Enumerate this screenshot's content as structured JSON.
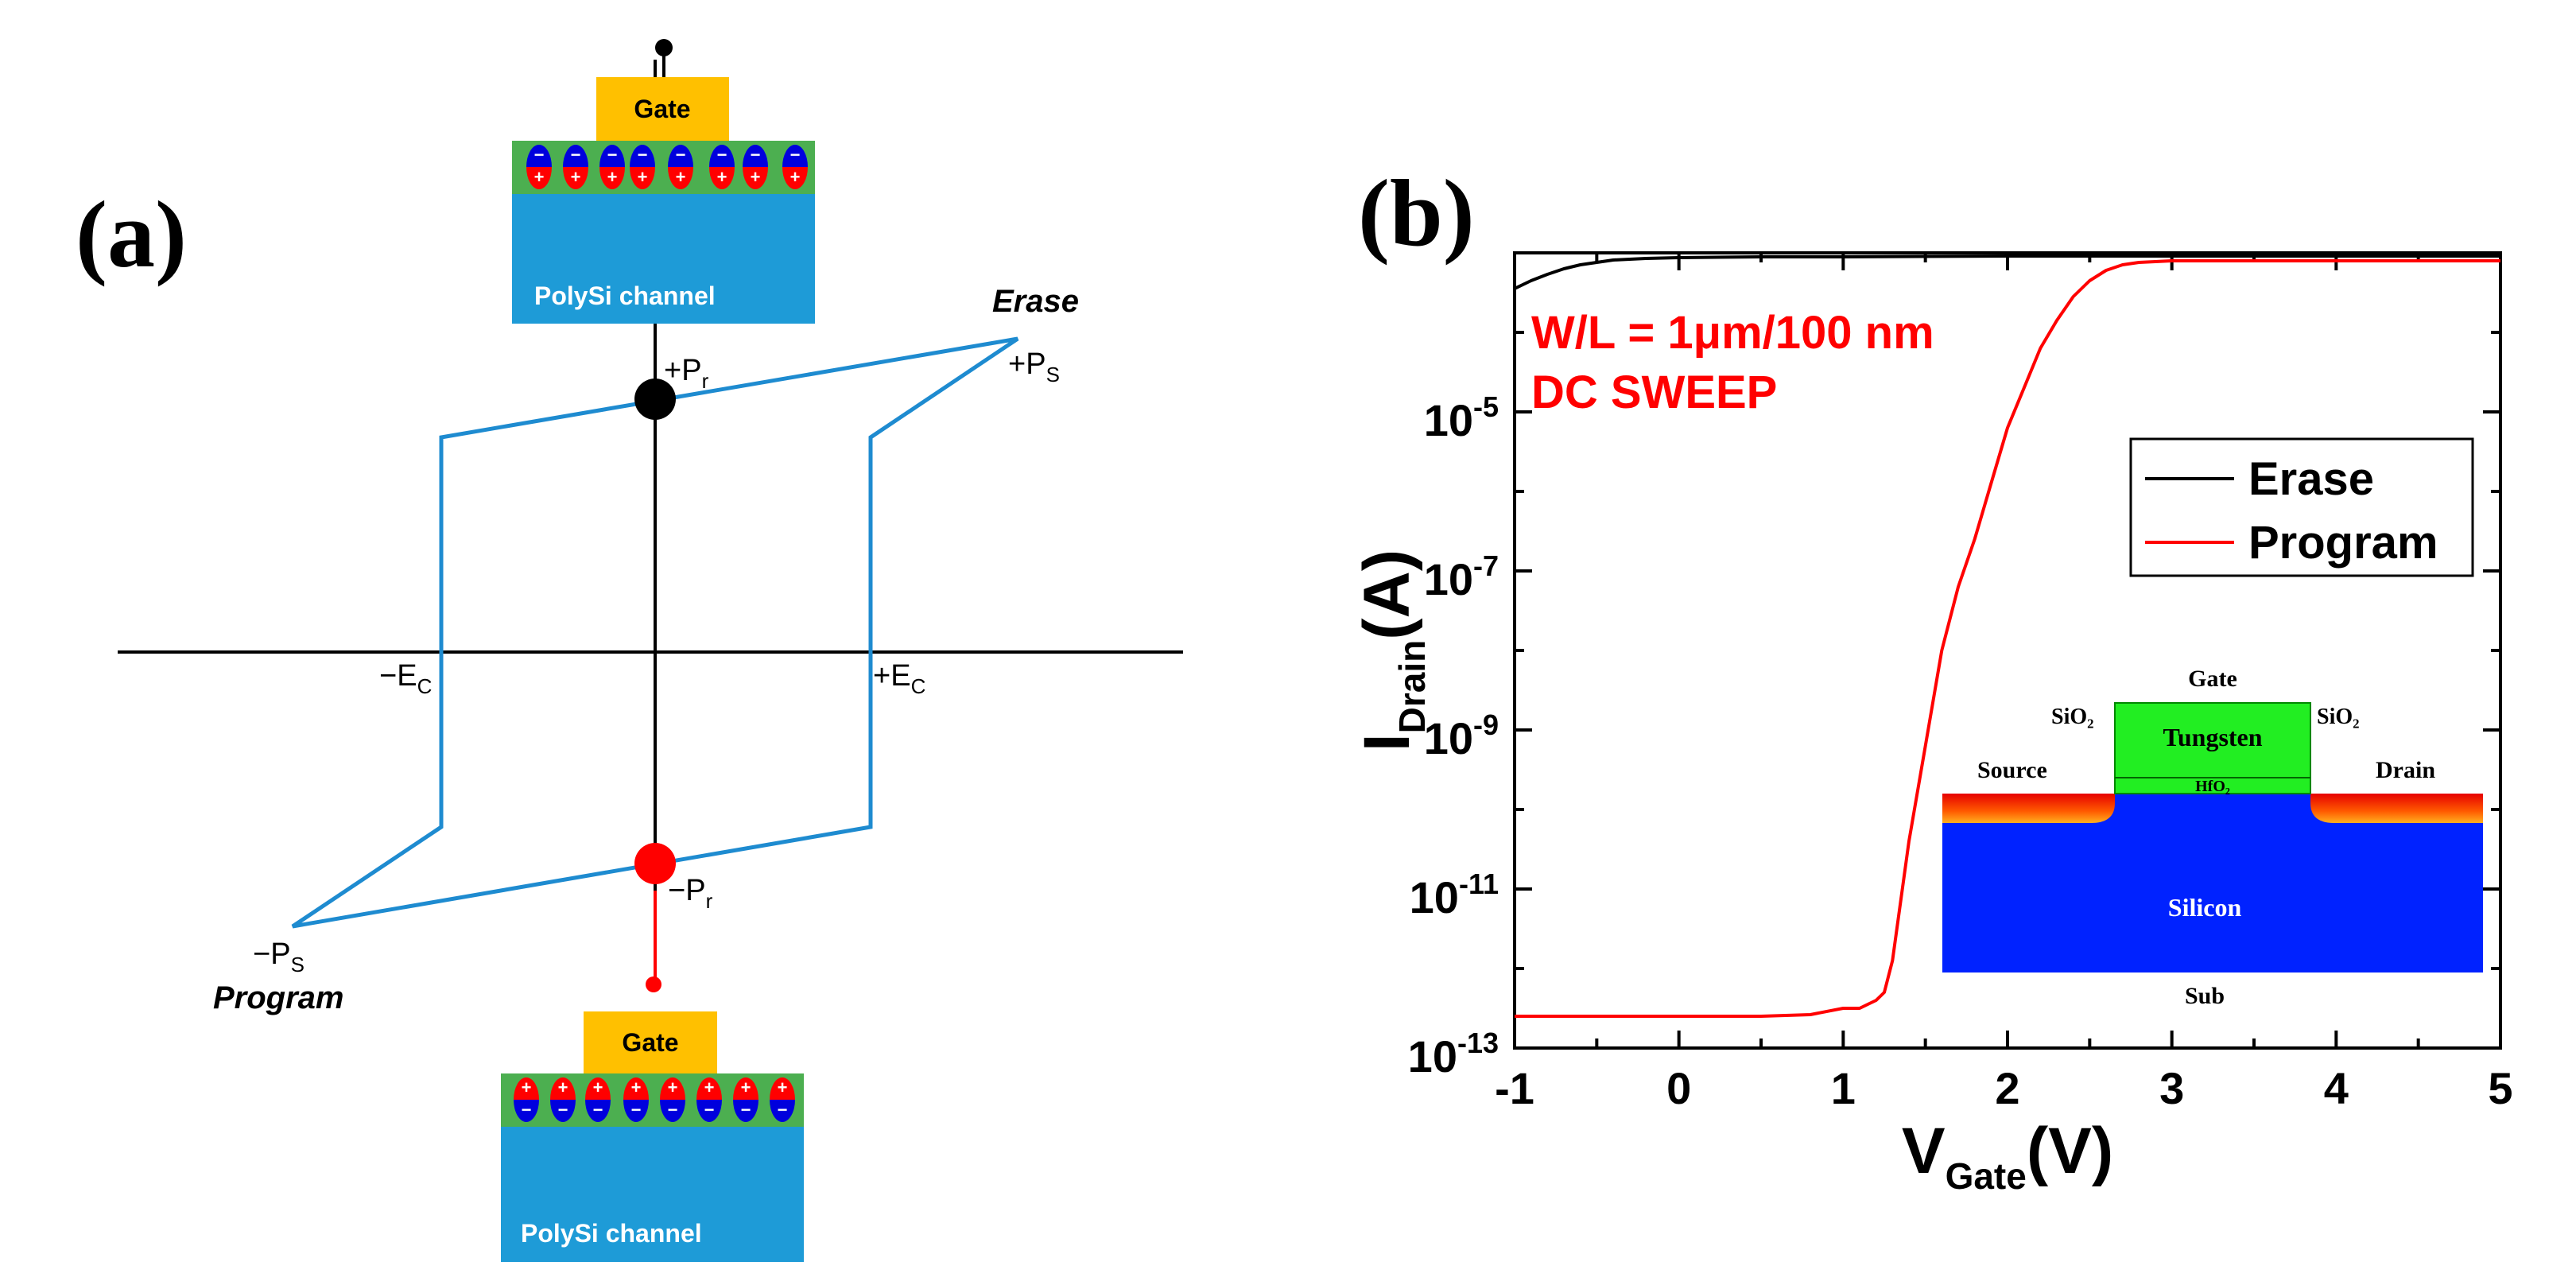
{
  "panel_a": {
    "label": "(a)",
    "gate_label": "Gate",
    "channel_label": "PolySi channel",
    "erase_label": "Erase",
    "program_label": "Program",
    "points": {
      "plus_pr": {
        "sign": "+",
        "sym": "P",
        "sub": "r"
      },
      "plus_ps": {
        "sign": "+",
        "sym": "P",
        "sub": "S"
      },
      "minus_pr": {
        "sign": "−",
        "sym": "P",
        "sub": "r"
      },
      "minus_ps": {
        "sign": "−",
        "sym": "P",
        "sub": "S"
      },
      "minus_ec": {
        "sign": "−",
        "sym": "E",
        "sub": "C"
      },
      "plus_ec": {
        "sign": "+",
        "sym": "E",
        "sub": "C"
      }
    },
    "colors": {
      "gate": "#FFC000",
      "ferro_layer": "#4CAF50",
      "channel": "#1E9BD7",
      "dipole_red": "#FF0000",
      "dipole_blue": "#0000DD",
      "loop": "#1E8BD0",
      "erase_dot": "#000000",
      "program_dot": "#FF0000"
    }
  },
  "panel_b": {
    "label": "(b)",
    "annotation_line1": "W/L = 1μm/100 nm",
    "annotation_line2": "DC SWEEP",
    "inset": {
      "gate": "Gate",
      "tungsten": "Tungsten",
      "hfo2": "HfO₂",
      "sio2_left": "SiO₂",
      "sio2_right": "SiO₂",
      "source": "Source",
      "drain": "Drain",
      "silicon": "Silicon",
      "sub": "Sub"
    }
  },
  "chart_data": {
    "type": "line",
    "xlabel": {
      "main": "V",
      "sub": "Gate",
      "unit": "(V)"
    },
    "ylabel": {
      "main": "I",
      "sub": "Drain",
      "unit": "(A)"
    },
    "xlim": [
      -1,
      5
    ],
    "ylim_log10": [
      -13,
      -3
    ],
    "yscale": "log",
    "xticks": [
      "-1",
      "0",
      "1",
      "2",
      "3",
      "4",
      "5"
    ],
    "yticks": [
      {
        "base": "10",
        "exp": "-5",
        "value": -5
      },
      {
        "base": "10",
        "exp": "-7",
        "value": -7
      },
      {
        "base": "10",
        "exp": "-9",
        "value": -9
      },
      {
        "base": "10",
        "exp": "-11",
        "value": -11
      },
      {
        "base": "10",
        "exp": "-13",
        "value": -13
      }
    ],
    "legend_position": "top-right",
    "series": [
      {
        "name": "Erase",
        "color": "#000000",
        "x": [
          -1,
          -0.9,
          -0.8,
          -0.7,
          -0.6,
          -0.5,
          -0.4,
          -0.2,
          0,
          0.5,
          1,
          2,
          3,
          4,
          5
        ],
        "log10_y": [
          -3.45,
          -3.35,
          -3.27,
          -3.2,
          -3.15,
          -3.12,
          -3.09,
          -3.07,
          -3.06,
          -3.05,
          -3.05,
          -3.04,
          -3.04,
          -3.04,
          -3.04
        ]
      },
      {
        "name": "Program",
        "color": "#FF0000",
        "x": [
          -1,
          0,
          0.5,
          0.8,
          1.0,
          1.1,
          1.15,
          1.2,
          1.25,
          1.3,
          1.4,
          1.5,
          1.6,
          1.7,
          1.8,
          1.9,
          2.0,
          2.1,
          2.2,
          2.3,
          2.4,
          2.5,
          2.6,
          2.7,
          2.8,
          3.0,
          4.0,
          5.0
        ],
        "log10_y": [
          -12.6,
          -12.6,
          -12.6,
          -12.58,
          -12.5,
          -12.5,
          -12.45,
          -12.4,
          -12.3,
          -11.9,
          -10.4,
          -9.2,
          -8.0,
          -7.2,
          -6.6,
          -5.9,
          -5.2,
          -4.7,
          -4.2,
          -3.85,
          -3.55,
          -3.35,
          -3.22,
          -3.15,
          -3.12,
          -3.1,
          -3.1,
          -3.1
        ]
      }
    ]
  }
}
